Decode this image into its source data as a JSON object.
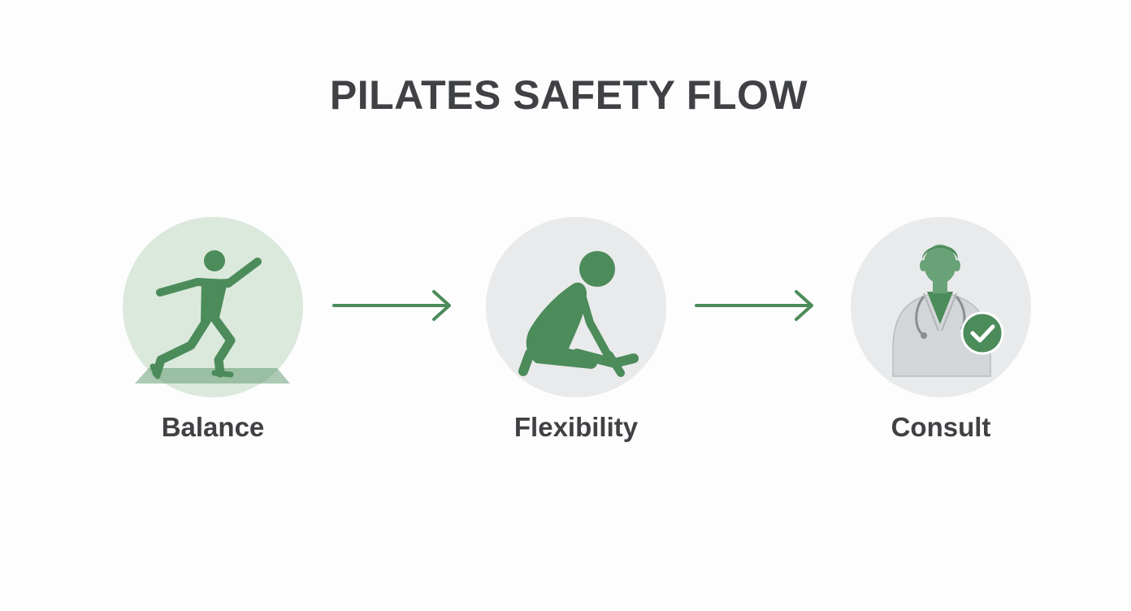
{
  "title": "PILATES SAFETY FLOW",
  "steps": [
    {
      "label": "Balance",
      "icon": "balance-figure-icon",
      "circle_color": "#dbe9dd"
    },
    {
      "label": "Flexibility",
      "icon": "kneeling-stretch-icon",
      "circle_color": "#e8eaeb"
    },
    {
      "label": "Consult",
      "icon": "doctor-check-icon",
      "circle_color": "#e8eaeb"
    }
  ],
  "colors": {
    "accent": "#4c8b5a",
    "title_text": "#3f4144",
    "label_text": "#3f4144",
    "background": "#fdfdfd"
  }
}
